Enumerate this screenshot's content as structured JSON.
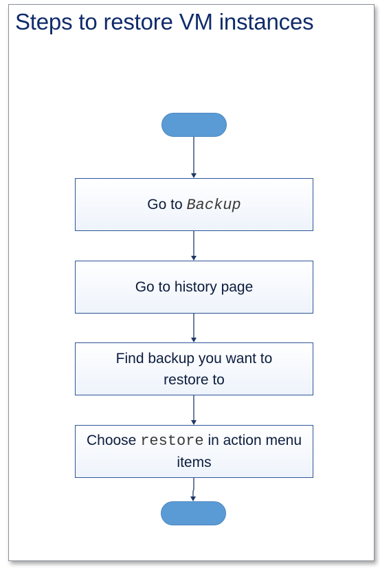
{
  "diagram": {
    "title": "Steps to restore VM instances",
    "steps": [
      {
        "parts": [
          {
            "text": "Go to ",
            "style": "normal"
          },
          {
            "text": "Backup",
            "style": "mono-italic"
          }
        ]
      },
      {
        "parts": [
          {
            "text": "Go to history page",
            "style": "normal"
          }
        ]
      },
      {
        "parts": [
          {
            "text": "Find backup you want to restore to",
            "style": "normal"
          }
        ]
      },
      {
        "parts": [
          {
            "text": "Choose ",
            "style": "normal"
          },
          {
            "text": "restore",
            "style": "mono"
          },
          {
            "text": " in action menu items",
            "style": "normal"
          }
        ]
      }
    ],
    "colors": {
      "title": "#0f2b6a",
      "terminator_fill": "#5b9bd5",
      "box_border": "#2e5597",
      "arrow": "#1f3864"
    }
  }
}
